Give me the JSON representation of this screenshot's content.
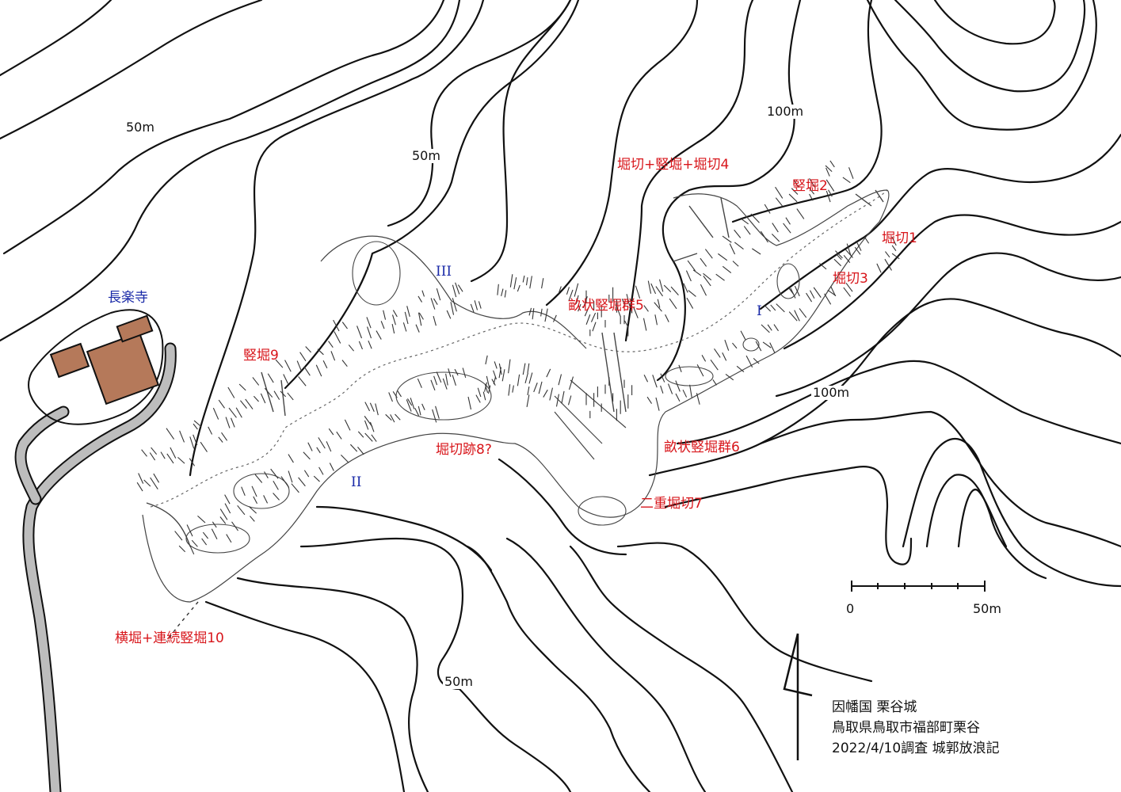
{
  "map": {
    "contour_labels": [
      "50m",
      "50m",
      "100m",
      "100m",
      "50m"
    ],
    "enclosures": [
      "I",
      "II",
      "III"
    ],
    "features": [
      "堀切+竪堀+堀切4",
      "竪堀2",
      "堀切1",
      "堀切3",
      "畝状竪堀群5",
      "竪堀9",
      "堀切跡8?",
      "畝状竪堀群6",
      "二重堀切7",
      "横堀+連続竪堀10"
    ],
    "temple": "長楽寺",
    "scale": {
      "min": "0",
      "max": "50m"
    },
    "title_lines": [
      "因幡国 栗谷城",
      "鳥取県鳥取市福部町栗谷",
      "2022/4/10調査 城郭放浪記"
    ],
    "colors": {
      "feature_label": "#d8161b",
      "enclosure_label": "#1a2aa8",
      "building": "#b5795a",
      "ink": "#111111"
    }
  }
}
